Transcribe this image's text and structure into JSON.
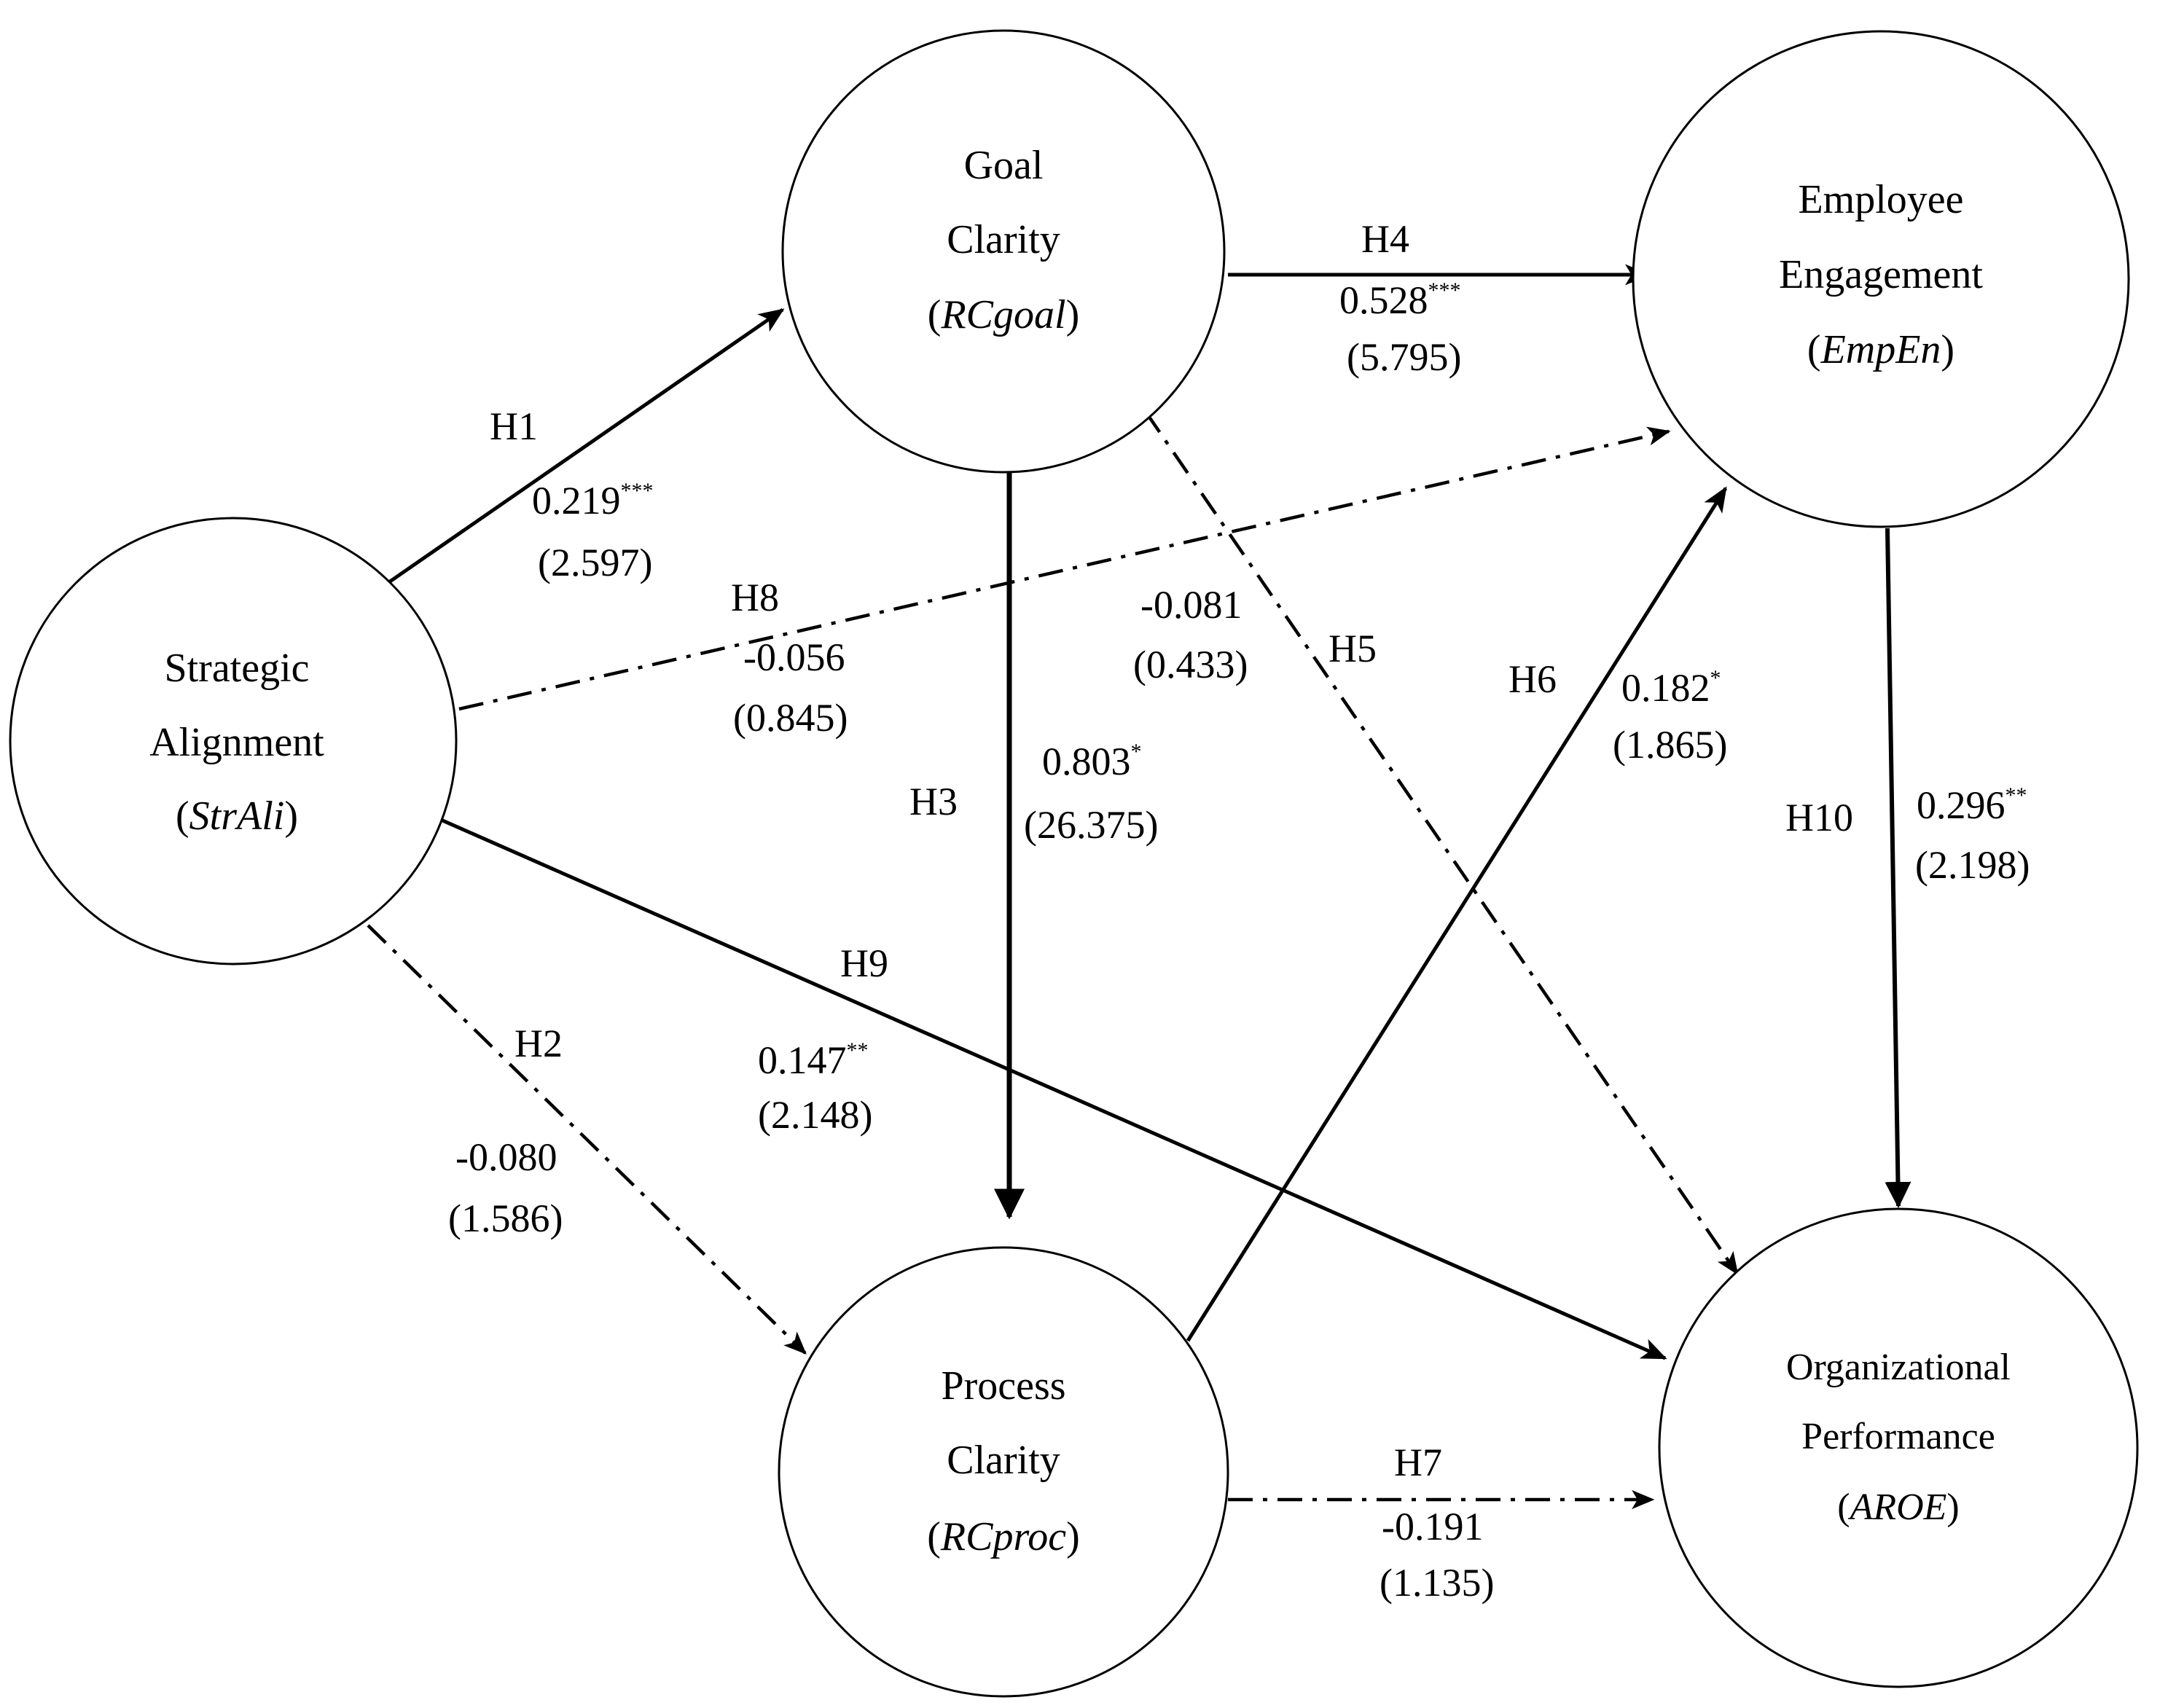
{
  "nodes": {
    "goal": {
      "line1": "Goal",
      "line2": "Clarity",
      "abbr": "RCgoal"
    },
    "engagement": {
      "line1": "Employee",
      "line2": "Engagement",
      "abbr": "EmpEn"
    },
    "strategic": {
      "line1": "Strategic",
      "line2": "Alignment",
      "abbr": "StrAli"
    },
    "process": {
      "line1": "Process",
      "line2": "Clarity",
      "abbr": "RCproc"
    },
    "performance": {
      "line1": "Organizational",
      "line2": "Performance",
      "abbr": "AROE"
    }
  },
  "paths": [
    {
      "id": "H1",
      "label": "H1",
      "from": "Strategic Alignment",
      "to": "Goal Clarity",
      "coef": "0.219",
      "sig": "***",
      "t": "(2.597)",
      "style": "solid"
    },
    {
      "id": "H2",
      "label": "H2",
      "from": "Strategic Alignment",
      "to": "Process Clarity",
      "coef": "-0.080",
      "sig": "",
      "t": "(1.586)",
      "style": "dash-dot"
    },
    {
      "id": "H3",
      "label": "H3",
      "from": "Goal Clarity",
      "to": "Process Clarity",
      "coef": "0.803",
      "sig": "*",
      "t": "(26.375)",
      "style": "solid"
    },
    {
      "id": "H4",
      "label": "H4",
      "from": "Goal Clarity",
      "to": "Employee Engagement",
      "coef": "0.528",
      "sig": "***",
      "t": "(5.795)",
      "style": "solid"
    },
    {
      "id": "H5",
      "label": "H5",
      "from": "Goal Clarity",
      "to": "Organizational Performance",
      "coef": "-0.081",
      "sig": "",
      "t": "(0.433)",
      "style": "dash-dot"
    },
    {
      "id": "H6",
      "label": "H6",
      "from": "Process Clarity",
      "to": "Employee Engagement",
      "coef": "0.182",
      "sig": "*",
      "t": "(1.865)",
      "style": "solid"
    },
    {
      "id": "H7",
      "label": "H7",
      "from": "Process Clarity",
      "to": "Organizational Performance",
      "coef": "-0.191",
      "sig": "",
      "t": "(1.135)",
      "style": "dash-dot"
    },
    {
      "id": "H8",
      "label": "H8",
      "from": "Strategic Alignment",
      "to": "Employee Engagement",
      "coef": "-0.056",
      "sig": "",
      "t": "(0.845)",
      "style": "dash-dot"
    },
    {
      "id": "H9",
      "label": "H9",
      "from": "Strategic Alignment",
      "to": "Organizational Performance",
      "coef": "0.147",
      "sig": "**",
      "t": "(2.148)",
      "style": "solid"
    },
    {
      "id": "H10",
      "label": "H10",
      "from": "Employee Engagement",
      "to": "Organizational Performance",
      "coef": "0.296",
      "sig": "**",
      "t": "(2.198)",
      "style": "solid"
    }
  ]
}
